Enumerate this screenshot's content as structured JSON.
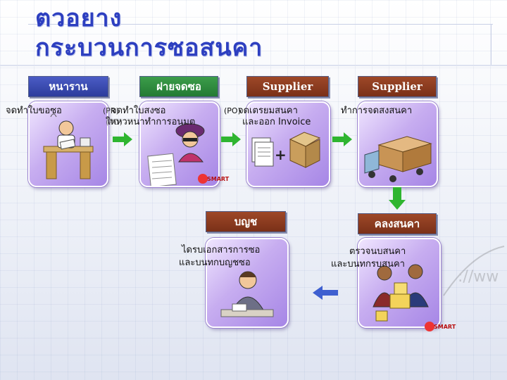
{
  "title": {
    "line1": "ตวอยาง",
    "line2": "กระบวนการซอสนคา"
  },
  "headers": {
    "requester": "หนาราน",
    "purchasing": "ฝายจดซอ",
    "supplier1": "Supplier",
    "supplier2": "Supplier",
    "accounting": "บญช",
    "warehouse": "คลงสนคา"
  },
  "steps": {
    "requester": "จดทำใบขอซอ",
    "purchasing_line1": "จดทำใบสงซอ",
    "purchasing_line2": "ใหหวหนาทำการอนมต",
    "overlap_pr": "(PR)",
    "overlap_po": "(PO)",
    "supplier1_prefix": "(PO)",
    "supplier1_line1": "จดเตรยมสนคา",
    "supplier1_line2": "และออก Invoice",
    "supplier2": "ทำการจดสงสนคา",
    "accounting_line1": "ไดรบเอกสารการซอ",
    "accounting_line2": "และบนทกบญชซอ",
    "warehouse_line1": "ตรวจนบสนคา",
    "warehouse_line2": "และบนทกรบสนคา"
  },
  "plus_sign": "+",
  "logo_text": "SMART",
  "colors": {
    "title": "#2d3fc0",
    "card": "#b79ae9",
    "arrow": "#2fb530",
    "accounting_arrow": "#3e5fd0",
    "header_blue": "#2c3c9c",
    "header_green": "#237a33",
    "header_brown": "#7a3018"
  }
}
